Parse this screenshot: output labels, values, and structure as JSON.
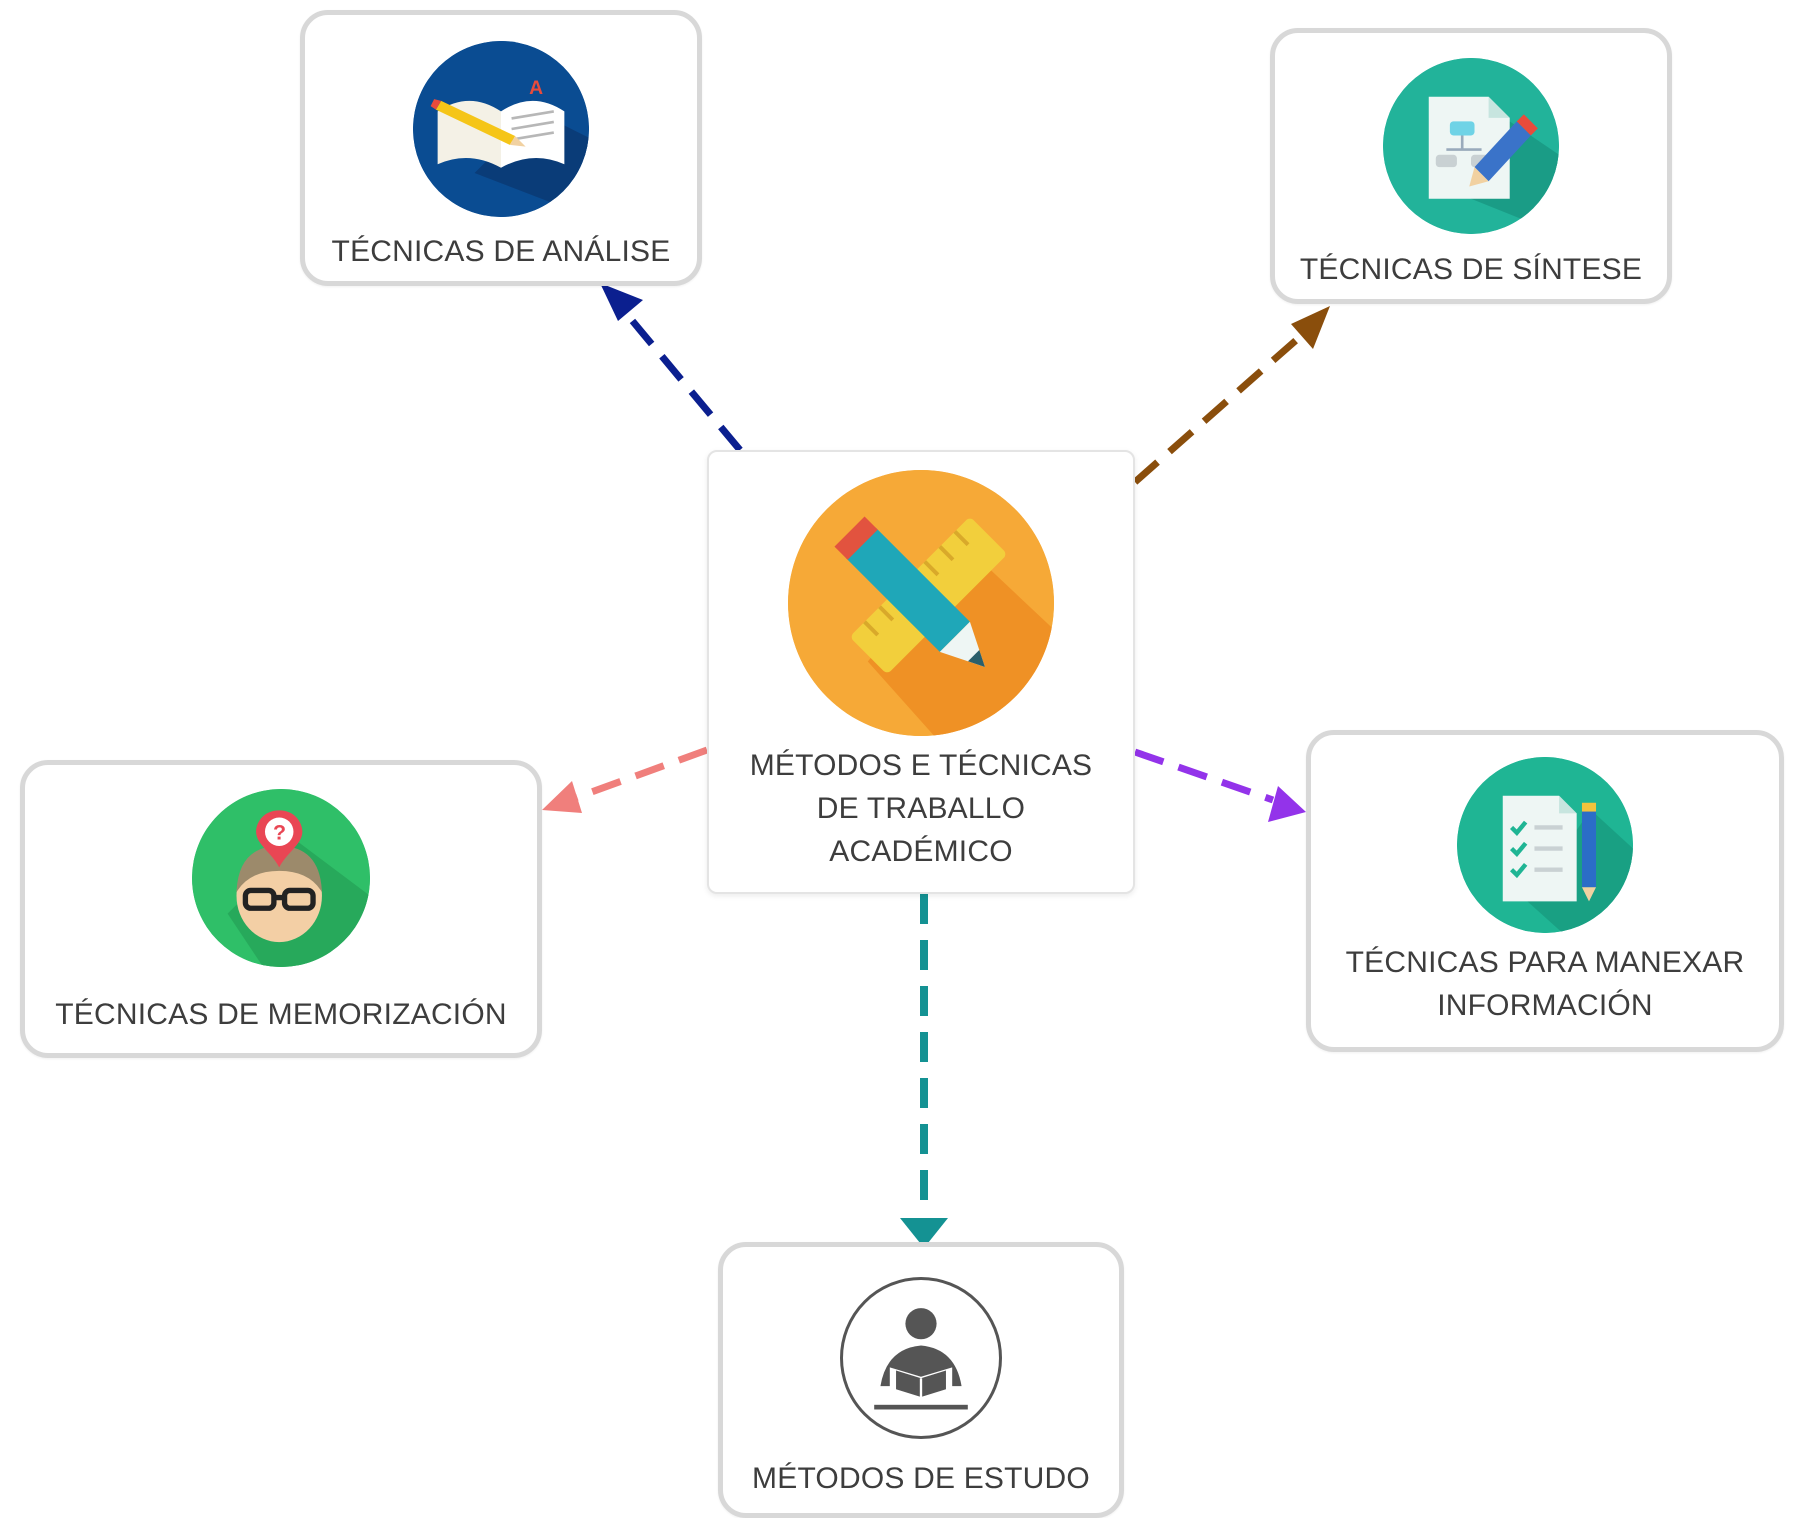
{
  "diagram": {
    "central_node": {
      "label": "MÉTODOS E TÉCNICAS\nDE TRABALLO\nACADÉMICO",
      "icon": "pencil-ruler-icon",
      "icon_color": "#f6a937"
    },
    "nodes": [
      {
        "id": "analise",
        "label": "TÉCNICAS DE ANÁLISE",
        "icon": "open-book-pencil-icon",
        "icon_color": "#0a4c92",
        "arrow_color": "#0b1f8f"
      },
      {
        "id": "sintese",
        "label": "TÉCNICAS DE SÍNTESE",
        "icon": "document-diagram-pencil-icon",
        "icon_color": "#22b39a",
        "arrow_color": "#8a4e0c"
      },
      {
        "id": "memorizacion",
        "label": "TÉCNICAS DE MEMORIZACIÓN",
        "icon": "thinking-person-icon",
        "icon_color": "#2fbf68",
        "arrow_color": "#f07f7c"
      },
      {
        "id": "manexar",
        "label": "TÉCNICAS PARA MANEXAR\nINFORMACIÓN",
        "icon": "checklist-pencil-icon",
        "icon_color": "#1fb594",
        "arrow_color": "#9333ea"
      },
      {
        "id": "estudo",
        "label": "MÉTODOS DE ESTUDO",
        "icon": "person-reading-icon",
        "icon_color": "#555555",
        "arrow_color": "#149293"
      }
    ]
  }
}
